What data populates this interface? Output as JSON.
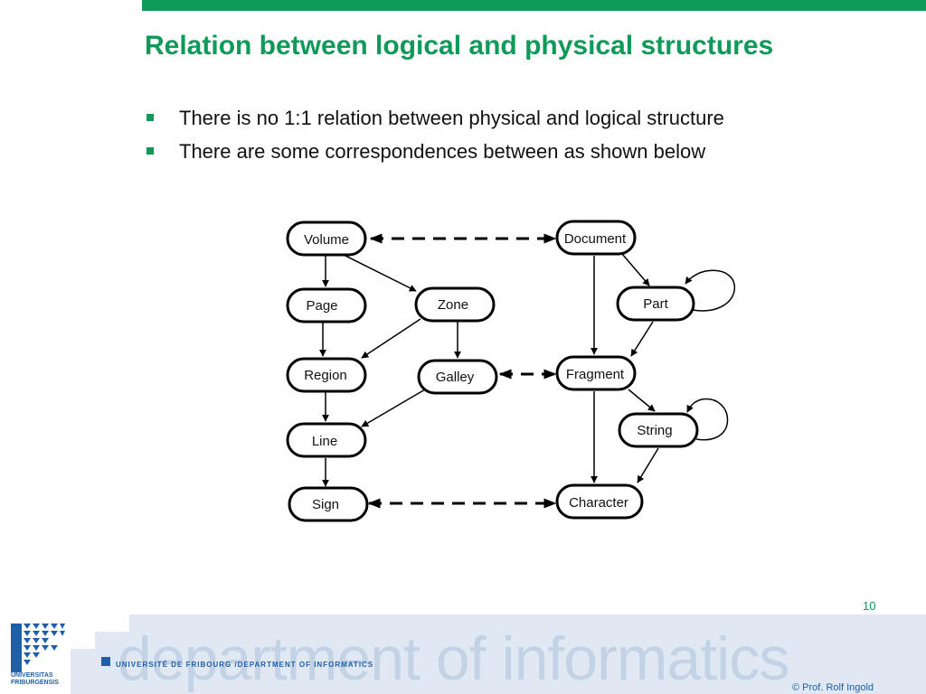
{
  "slide": {
    "title": "Relation between logical and physical structures",
    "bullets": [
      "There is no 1:1 relation between physical and logical structure",
      "There are some correspondences between as shown below"
    ],
    "page_number": "10"
  },
  "diagram": {
    "nodes": {
      "volume": "Volume",
      "page": "Page",
      "zone": "Zone",
      "region": "Region",
      "galley": "Galley",
      "line": "Line",
      "sign": "Sign",
      "document": "Document",
      "part": "Part",
      "fragment": "Fragment",
      "string": "String",
      "character": "Character"
    }
  },
  "footer": {
    "department": "department of informatics",
    "university_line": "UNIVERSITÉ DE FRIBOURG /DEPARTMENT OF INFORMATICS",
    "logo_text_1": "UNIVERSITAS",
    "logo_text_2": "FRIBURGENSIS",
    "copyright": "© Prof. Rolf Ingold"
  },
  "colors": {
    "accent_green": "#0f9a5a",
    "footer_blue": "#1f5fa8"
  }
}
